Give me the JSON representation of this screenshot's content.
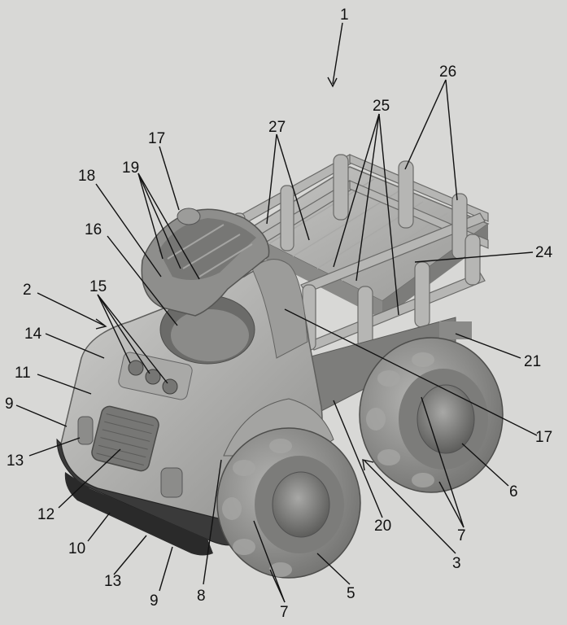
{
  "figure": {
    "type": "patent-drawing",
    "subject": "toy truck",
    "reference_numerals": [
      "1",
      "2",
      "3",
      "5",
      "6",
      "7",
      "8",
      "9",
      "10",
      "11",
      "12",
      "13",
      "14",
      "15",
      "16",
      "17",
      "18",
      "19",
      "20",
      "21",
      "24",
      "25",
      "26",
      "27"
    ]
  },
  "labels": {
    "n1": "1",
    "n26": "26",
    "n25": "25",
    "n27": "27",
    "n17_top": "17",
    "n19": "19",
    "n18": "18",
    "n16": "16",
    "n24": "24",
    "n2": "2",
    "n15": "15",
    "n14": "14",
    "n21": "21",
    "n11": "11",
    "n17_right": "17",
    "n9_left": "9",
    "n13_left": "13",
    "n6": "6",
    "n12": "12",
    "n20": "20",
    "n7_right": "7",
    "n10": "10",
    "n3": "3",
    "n13_bottom": "13",
    "n5": "5",
    "n9_bottom": "9",
    "n8": "8",
    "n7_bottom": "7"
  },
  "colors": {
    "background": "#d8d8d6",
    "body_light": "#bdbdbb",
    "body_mid": "#a2a2a0",
    "body_dark": "#6e6e6c",
    "tire": "#8d8d8b",
    "chassis": "#3a3a3a",
    "line": "#111111"
  }
}
